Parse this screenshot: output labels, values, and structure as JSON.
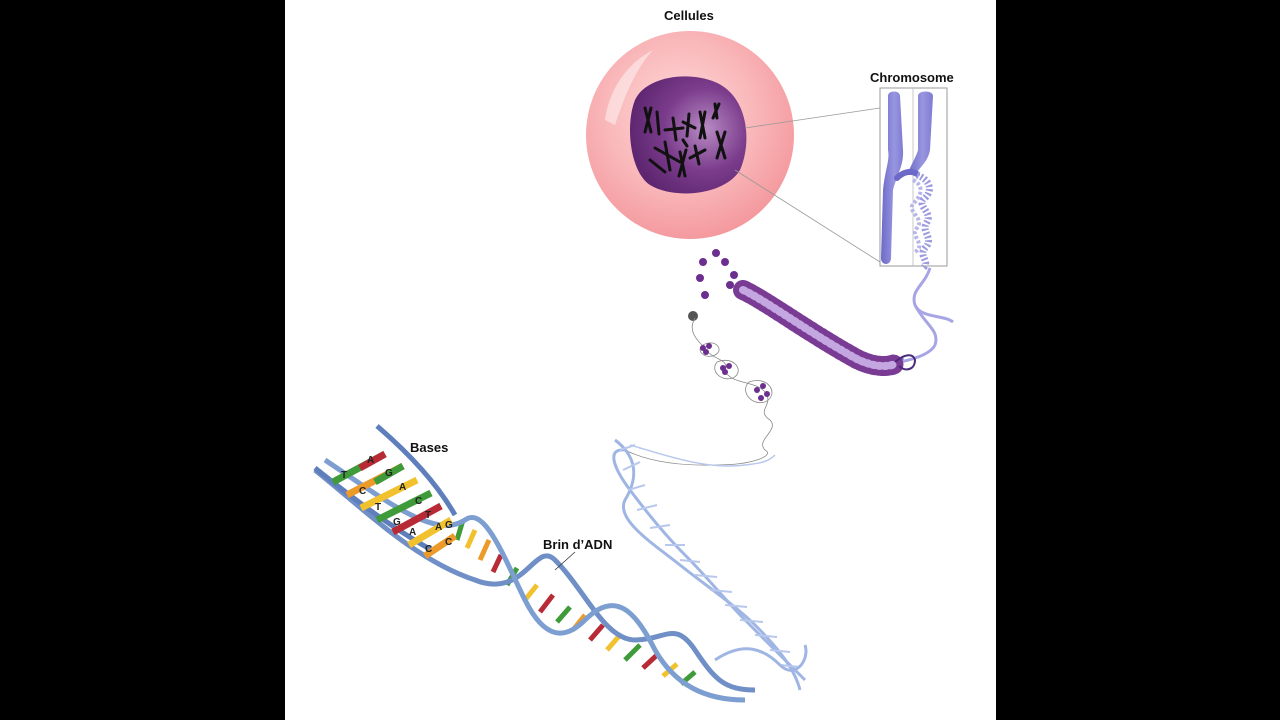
{
  "labels": {
    "cell": "Cellules",
    "chromosome": "Chromosome",
    "bases": "Bases",
    "dna_strand": "Brin d’ADN"
  },
  "base_letters": [
    "T",
    "A",
    "C",
    "G",
    "T",
    "A",
    "C",
    "A",
    "G",
    "T",
    "A",
    "C",
    "C",
    "G"
  ],
  "colors": {
    "background": "#000000",
    "canvas": "#ffffff",
    "cell_outer": "#f6a4a8",
    "nucleus": "#7d3f8e",
    "chromosome": "#8a87d8",
    "dna_backbone": "#7d9ed0",
    "base_green": "#3f9b3a",
    "base_red": "#b82a35",
    "base_yellow": "#f2c12e",
    "base_orange": "#ec9a2a"
  },
  "icons": [
    "cell-icon",
    "nucleus-icon",
    "chromosome-icon",
    "chromatin-coil-icon",
    "nucleosome-icon",
    "dna-helix-icon"
  ]
}
